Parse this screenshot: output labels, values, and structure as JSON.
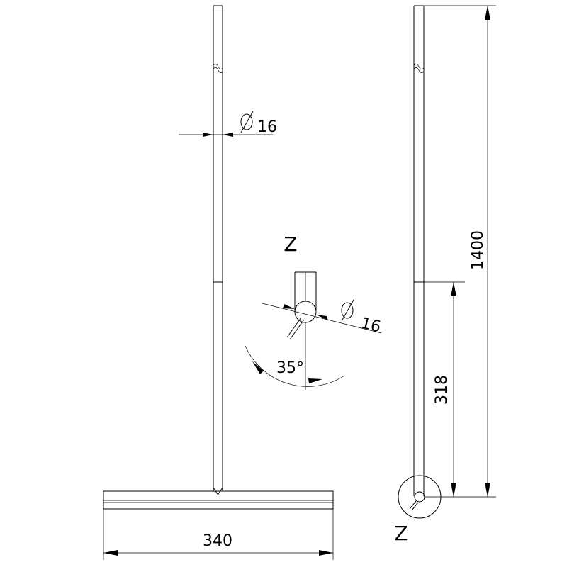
{
  "dimensions": {
    "rod_diameter_front": "16",
    "diameter_symbol": "Ø",
    "rod_diameter_detail": "16",
    "angle": "35°",
    "width": "340",
    "height": "1400",
    "lower_height": "318"
  },
  "views": {
    "detail_label": "Z",
    "section_mark": "Z"
  }
}
